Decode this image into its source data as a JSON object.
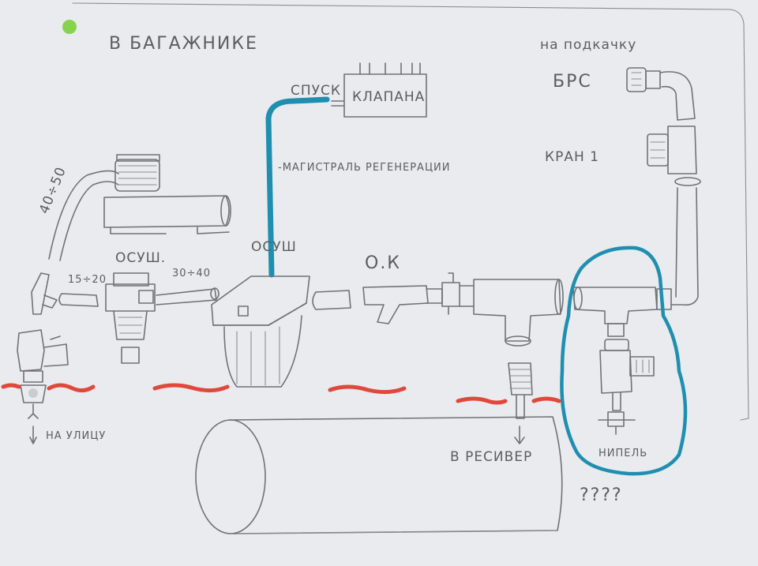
{
  "title": "В БАГАЖНИКЕ",
  "labels": {
    "to_pump": "на подкачку",
    "brs": "БРС",
    "valve": "КРАН 1",
    "release": "СПУСК",
    "valves": "КЛАПАНА",
    "regen_line": "-МАГИСТРАЛЬ РЕГЕНЕРАЦИИ",
    "dryer_1": "ОСУШ.",
    "dryer_2": "ОСУШ",
    "ok": "О.К",
    "size_40_50": "40÷50",
    "size_15_20": "15÷20",
    "size_30_40": "30÷40",
    "outside": "НА УЛИЦУ",
    "to_receiver": "В РЕСИВЕР",
    "nipple": "НИПЕЛЬ",
    "question": "????"
  },
  "colors": {
    "paper": "#e9ebee",
    "pencil": "#6f7277",
    "blue_marker": "#1f8fb0",
    "red_marker": "#e0483b",
    "green_dot": "#7ad23a"
  }
}
